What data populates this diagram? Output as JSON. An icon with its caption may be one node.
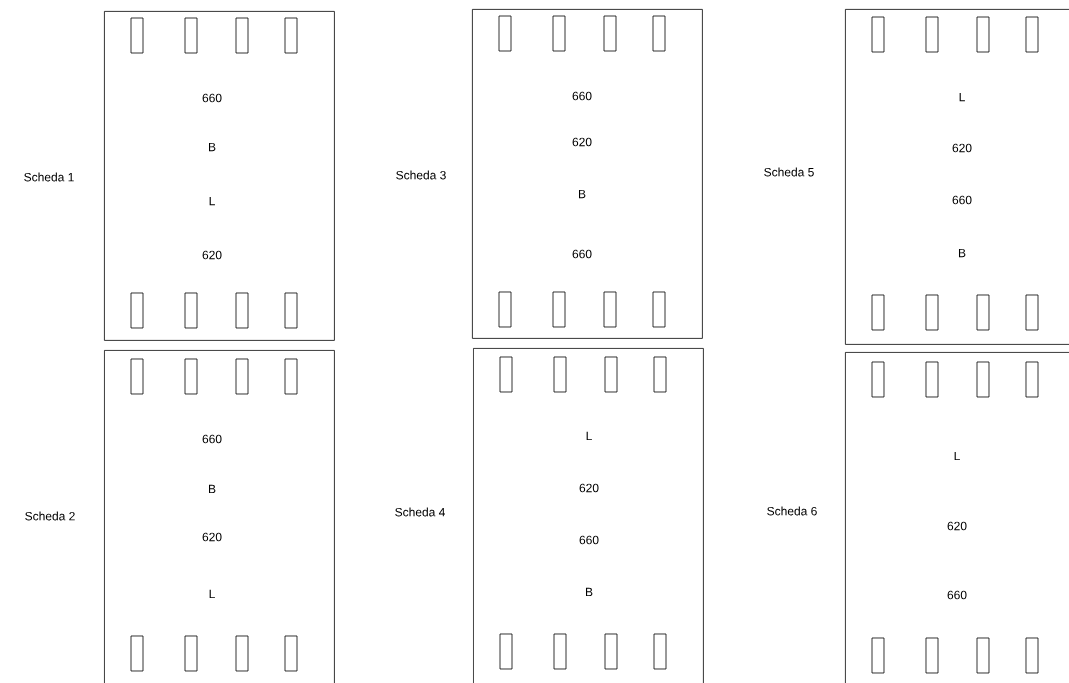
{
  "diagram": {
    "nodes": [
      {
        "text": [
          "660",
          "B",
          "L",
          "620"
        ],
        "beside": [
          "Scheda 1"
        ]
      },
      {
        "text": [
          "660",
          "620",
          "B",
          "660"
        ],
        "beside": [
          "Scheda 3"
        ]
      },
      {
        "text": [
          "L",
          "620",
          "660",
          "B"
        ],
        "beside": [
          "Scheda 5"
        ]
      },
      {
        "text": [
          "660",
          "B",
          "620",
          "L"
        ],
        "beside": [
          "Scheda 2"
        ]
      },
      {
        "text": [
          "L",
          "620",
          "660",
          "B"
        ],
        "beside": [
          "Scheda 4"
        ]
      },
      {
        "text": [
          "L",
          "620",
          "660"
        ],
        "beside": [
          "Scheda 6"
        ]
      }
    ]
  }
}
